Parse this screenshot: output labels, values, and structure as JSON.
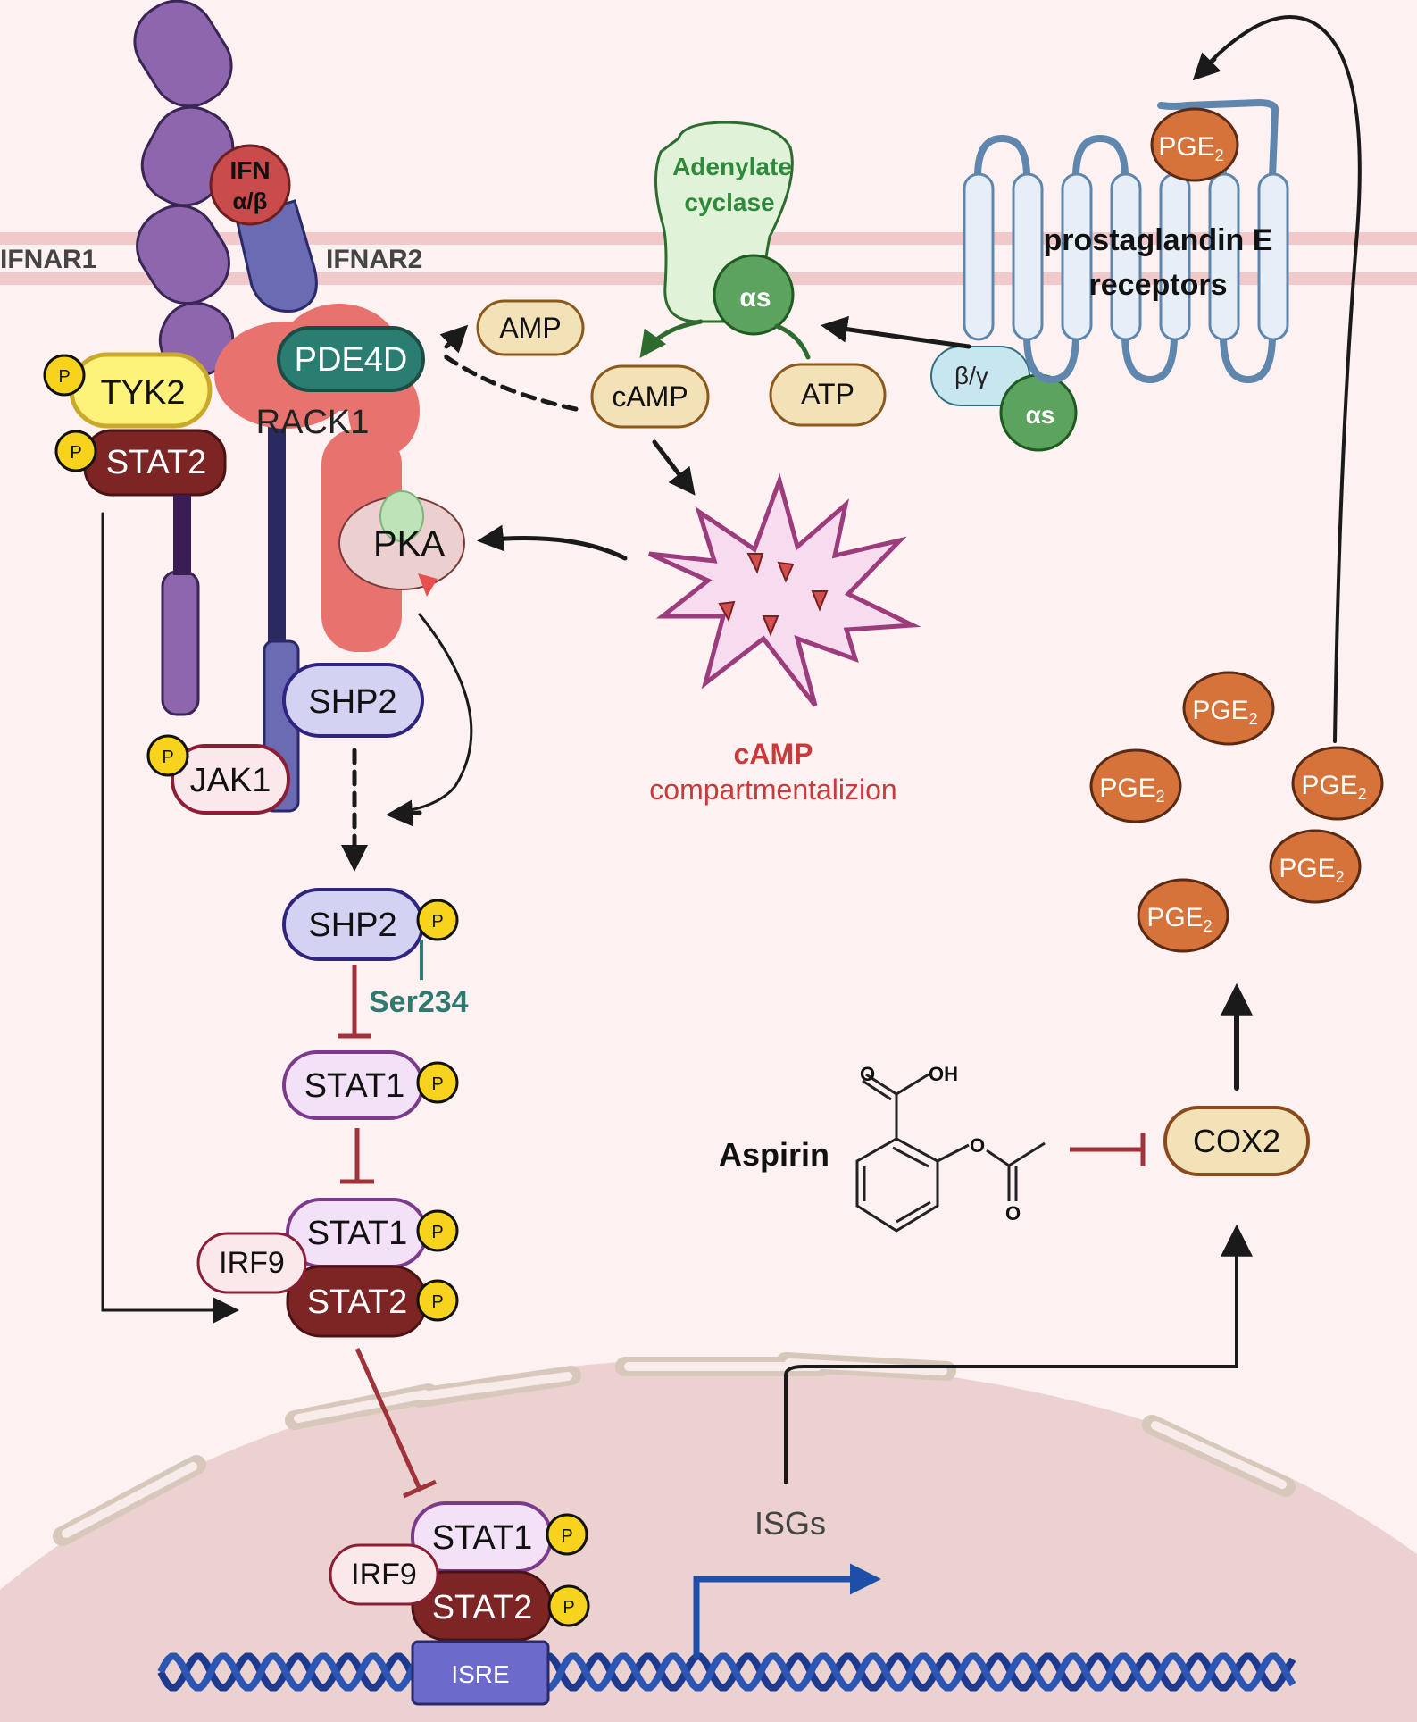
{
  "membrane": {
    "ifnar1_label": "IFNAR1",
    "ifnar2_label": "IFNAR2",
    "ifn_label_line1": "IFN",
    "ifn_label_line2": "α/β"
  },
  "receptor_complex": {
    "tyk2": "TYK2",
    "stat2_top": "STAT2",
    "pde4d": "PDE4D",
    "rack1": "RACK1",
    "pka": "PKA",
    "shp2_top": "SHP2",
    "jak1": "JAK1",
    "phospho": "P"
  },
  "camp_pathway": {
    "amp": "AMP",
    "camp": "cAMP",
    "atp": "ATP",
    "adenylate_line1": "Adenylate",
    "adenylate_line2": "cyclase",
    "alpha_s": "αs",
    "beta_gamma": "β/γ",
    "compartment_title": "cAMP",
    "compartment_subtitle": "compartmentalizion"
  },
  "prostaglandin": {
    "receptor_line1": "prostaglandin E",
    "receptor_line2": "receptors",
    "pge2": "PGE",
    "pge2_sub": "2",
    "pge2_count": 6
  },
  "stat_cascade": {
    "shp2_p": "SHP2",
    "ser_label": "Ser234",
    "stat1_a": "STAT1",
    "stat1_b": "STAT1",
    "irf9_a": "IRF9",
    "stat2_b": "STAT2"
  },
  "nucleus": {
    "stat1": "STAT1",
    "irf9": "IRF9",
    "stat2": "STAT2",
    "isre": "ISRE",
    "isgs": "ISGs"
  },
  "drug": {
    "name": "Aspirin",
    "atom_o1": "O",
    "atom_oh": "OH",
    "atom_o2": "O",
    "atom_o3": "O",
    "target": "COX2"
  },
  "colors": {
    "background": "#fdf1f1",
    "membrane": "#f2c9cb",
    "ifnar1": "#8e66ad",
    "ifnar2": "#6a6bb2",
    "ifn": "#c94b4b",
    "rack1": "#e8726e",
    "pde4d": "#2a7d71",
    "tyk2": "#fdf27a",
    "stat2": "#7d2424",
    "stat1": "#f3e2f7",
    "shp2": "#d3d2f2",
    "phospho": "#f8d31d",
    "adenylate": "#e0f3d9",
    "alpha_s": "#5ca35d",
    "nucleotide": "#f3e2b8",
    "pge2": "#d6733a",
    "inhibit": "#a0323a",
    "camp_text": "#c93a3a",
    "dna": "#1e3a8f",
    "isre": "#6c6acb",
    "ser": "#2e7a70"
  }
}
